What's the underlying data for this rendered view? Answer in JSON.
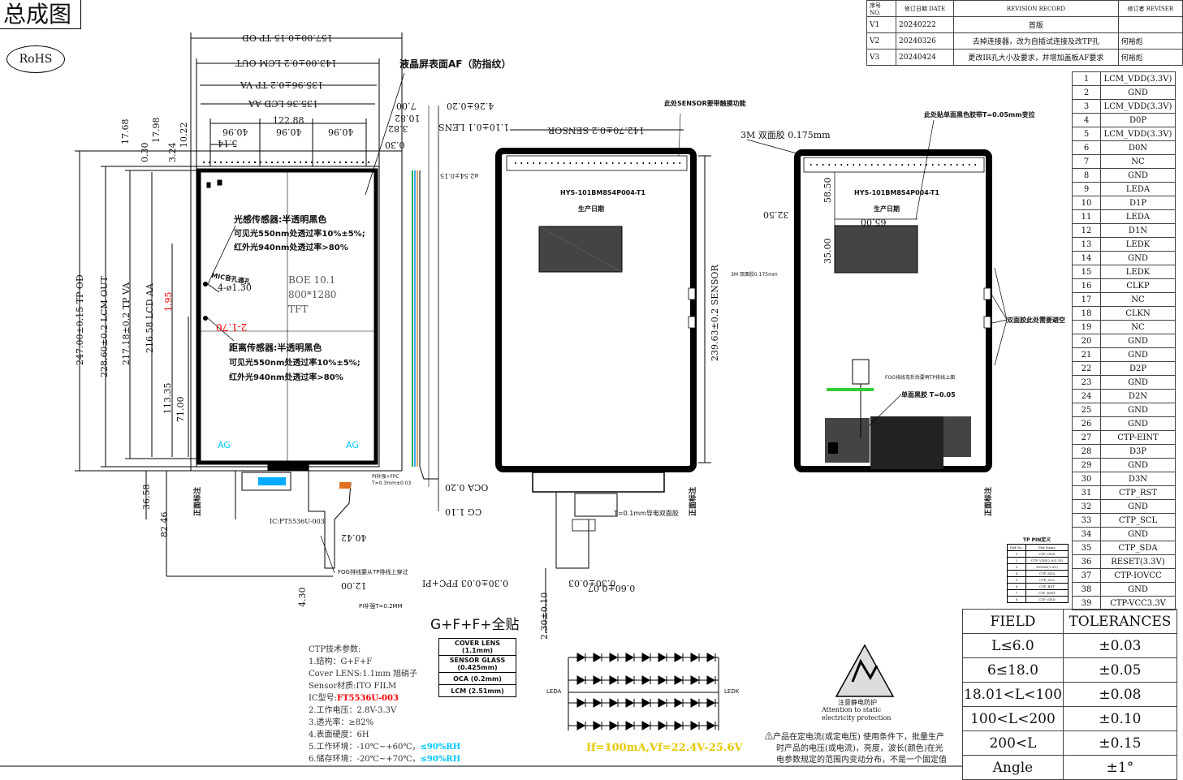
{
  "header": {
    "title": "总成图",
    "rohs": "RoHS"
  },
  "revision": {
    "headers": [
      "序号 NO.",
      "修订日期 DATE",
      "REVISION RECORD",
      "修订者 REVISER"
    ],
    "rows": [
      {
        "no": "V1",
        "date": "20240222",
        "record": "首版",
        "reviser": ""
      },
      {
        "no": "V2",
        "date": "20240326",
        "record": "去掉连接器，改为自插试连接及改TP孔",
        "reviser": "何裕彪"
      },
      {
        "no": "V3",
        "date": "20240424",
        "record": "更改IR孔大小及要求，并增加盖板AF要求",
        "reviser": "何裕彪"
      }
    ]
  },
  "pins": [
    {
      "n": "1",
      "name": "LCM_VDD(3.3V)"
    },
    {
      "n": "2",
      "name": "GND"
    },
    {
      "n": "3",
      "name": "LCM_VDD(3.3V)"
    },
    {
      "n": "4",
      "name": "D0P"
    },
    {
      "n": "5",
      "name": "LCM_VDD(3.3V)"
    },
    {
      "n": "6",
      "name": "D0N"
    },
    {
      "n": "7",
      "name": "NC"
    },
    {
      "n": "8",
      "name": "GND"
    },
    {
      "n": "9",
      "name": "LEDA"
    },
    {
      "n": "10",
      "name": "D1P"
    },
    {
      "n": "11",
      "name": "LEDA"
    },
    {
      "n": "12",
      "name": "D1N"
    },
    {
      "n": "13",
      "name": "LEDK"
    },
    {
      "n": "14",
      "name": "GND"
    },
    {
      "n": "15",
      "name": "LEDK"
    },
    {
      "n": "16",
      "name": "CLKP"
    },
    {
      "n": "17",
      "name": "NC"
    },
    {
      "n": "18",
      "name": "CLKN"
    },
    {
      "n": "19",
      "name": "NC"
    },
    {
      "n": "20",
      "name": "GND"
    },
    {
      "n": "21",
      "name": "GND"
    },
    {
      "n": "22",
      "name": "D2P"
    },
    {
      "n": "23",
      "name": "GND"
    },
    {
      "n": "24",
      "name": "D2N"
    },
    {
      "n": "25",
      "name": "GND"
    },
    {
      "n": "26",
      "name": "GND"
    },
    {
      "n": "27",
      "name": "CTP-EINT"
    },
    {
      "n": "28",
      "name": "D3P"
    },
    {
      "n": "29",
      "name": "GND"
    },
    {
      "n": "30",
      "name": "D3N"
    },
    {
      "n": "31",
      "name": "CTP_RST"
    },
    {
      "n": "32",
      "name": "GND"
    },
    {
      "n": "33",
      "name": "CTP_SCL"
    },
    {
      "n": "34",
      "name": "GND"
    },
    {
      "n": "35",
      "name": "CTP_SDA"
    },
    {
      "n": "36",
      "name": "RESET(3.3V)"
    },
    {
      "n": "37",
      "name": "CTP-IOVCC"
    },
    {
      "n": "38",
      "name": "GND"
    },
    {
      "n": "39",
      "name": "CTP-VCC3.3V"
    }
  ],
  "tolerances": {
    "headers": [
      "FIELD",
      "TOLERANCES"
    ],
    "rows": [
      {
        "field": "L≤6.0",
        "tol": "±0.03"
      },
      {
        "field": "6≤18.0",
        "tol": "±0.05"
      },
      {
        "field": "18.01<L<100",
        "tol": "±0.08"
      },
      {
        "field": "100<L<200",
        "tol": "±0.10"
      },
      {
        "field": "200<L",
        "tol": "±0.15"
      },
      {
        "field": "Angle",
        "tol": "±1°"
      }
    ]
  },
  "front_view": {
    "dims_top": [
      "157.00±0.15 TP OD",
      "143.00±0.2 LCM OUT",
      "135.96±0.2 TP VA",
      "135.36 LCD AA",
      "122.88",
      "40.96",
      "40.96",
      "40.96",
      "5.14",
      "3.82",
      "10.82",
      "0.30",
      "7.00"
    ],
    "dims_left": [
      "247.00±0.15 TP OD",
      "228.60±0.2 LCM OUT",
      "217.18±0.2 TP VA",
      "216.58 LCD AA",
      "17.68",
      "17.98",
      "0.30",
      "3.24",
      "10.22",
      "113.35",
      "71.00",
      "36.58",
      "82.46",
      "4.30"
    ],
    "red_dims": [
      "1.95",
      "2-1.70"
    ],
    "af_label": "液晶屏表面AF（防指纹）",
    "light_sensor": [
      "光感传感器:半透明黑色",
      "可见光550nm处透过率10%±5%;",
      "红外光940nm处透过率>80%"
    ],
    "mic_label": "MIC音孔通孔",
    "mic_dim": "4-ø1.30",
    "prox_sensor": [
      "距离传感器:半透明黑色",
      "可见光550nm处透过率10%±5%;",
      "红外光940nm处透过率>80%"
    ],
    "panel_text": [
      "BOE 10.1",
      "800*1280",
      "TFT"
    ],
    "ag_left": "AG",
    "ag_right": "AG",
    "ic_label": "IC:FT5536U-003",
    "pi_label": "PI补强+FPC T=0.3mm±0.03",
    "fog_label": "FOG排线要从TP排线上穿过",
    "pi_bottom": "PI补强T=0.2MM",
    "dim_40": "40.42",
    "dim_12": "12.00",
    "front_mark": "正面标注"
  },
  "side_view": {
    "dims": [
      "4.26±0.20",
      "1.10±0.1 LENS",
      "ø2.54±0.15",
      "OCA 0.20",
      "CG 1.10",
      "0.30±0.03 FPC+PI"
    ]
  },
  "back_view": {
    "sensor_note": "此处SENSOR要带触摸功能",
    "sensor_dim_h": "142.70±0.2 SENSOR",
    "sensor_dim_v": "239.63±0.2 SENSOR",
    "tape_label": "3M 双面胶0.175mm",
    "model": "HYS-101BM8S4P004-T1",
    "date_label": "生产日期",
    "conductive": "T=0.1mm导电双面胶",
    "dim_fpc": "0.30±0.03",
    "dim_fpc2": "0.60±0.07",
    "dim_230": "2.30±0.10",
    "front_mark": "正面标注"
  },
  "rear_view": {
    "tape_top": "3M 双面胶 0.175mm",
    "tape_note": "此处贴单面黑色胶带T=0.05mm变拉",
    "model": "HYS-101BM8S4P004-T1",
    "date_label": "生产日期",
    "dims": [
      "58.50",
      "32.50",
      "65.00",
      "35.00"
    ],
    "dbl_note": "双面胶此处需要避空",
    "fog_note": "FOG排线弯折后要再TP排线上面",
    "single_tape": "单面黑胶 T=0.05",
    "front_mark": "正面标注"
  },
  "stack": {
    "title": "G+F+F+全贴",
    "layers": [
      "COVER LENS (1.1mm)",
      "SENSOR GLASS (0.425mm)",
      "OCA (0.2mm)",
      "LCM (2.51mm)"
    ]
  },
  "ctp_params": {
    "title": "CTP技术参数:",
    "lines": [
      "1.结构：G+F+F",
      "Cover LENS:1.1mm 旭硝子",
      "Sensor材质:ITO FILM"
    ],
    "ic_prefix": "IC型号:",
    "ic_value": "FT5536U-003",
    "lines2": [
      "2.工作电压：2.8V-3.3V",
      "3.透光率：≥82%",
      "4.表面硬度：6H"
    ],
    "work_env": "5.工作环境：-10℃~+60℃，",
    "work_rh": "≤90%RH",
    "store_env": "6.储存环境：-20℃~+70℃，",
    "store_rh": "≤90%RH"
  },
  "led": {
    "leda": "LEDA",
    "ledk": "LEDK",
    "spec": "If=100mA,Vf=22.4V-25.6V"
  },
  "esd": {
    "label_cn": "注意静电防护",
    "label_en1": "Attention to static",
    "label_en2": "electricity protection"
  },
  "disclaimer": [
    "产品在定电流(或定电压) 使用条件下，批量生产",
    "时产品的电压(或电流)，亮度，波长(颜色)在光",
    "电参数规定的范围内变动分布，不是一个固定值"
  ],
  "tp_table": {
    "title": "TP PIN定义",
    "headers": [
      "Pad No.",
      "Pad Name"
    ],
    "rows": [
      [
        "1",
        "CTP_GND"
      ],
      [
        "2",
        "CTP_VDD(2.8/3.3V)"
      ],
      [
        "3",
        "IOVDD(1.8V)"
      ],
      [
        "4",
        "CTP_SDA"
      ],
      [
        "5",
        "CTP_SCL"
      ],
      [
        "6",
        "CTP_RST"
      ],
      [
        "7",
        "CTP_EINT"
      ],
      [
        "8",
        "CTP_GND"
      ]
    ]
  },
  "colors": {
    "line": "#000000",
    "red": "#ff0000",
    "cyan": "#00c8ff",
    "green": "#00b050",
    "yellow": "#ffd700"
  }
}
